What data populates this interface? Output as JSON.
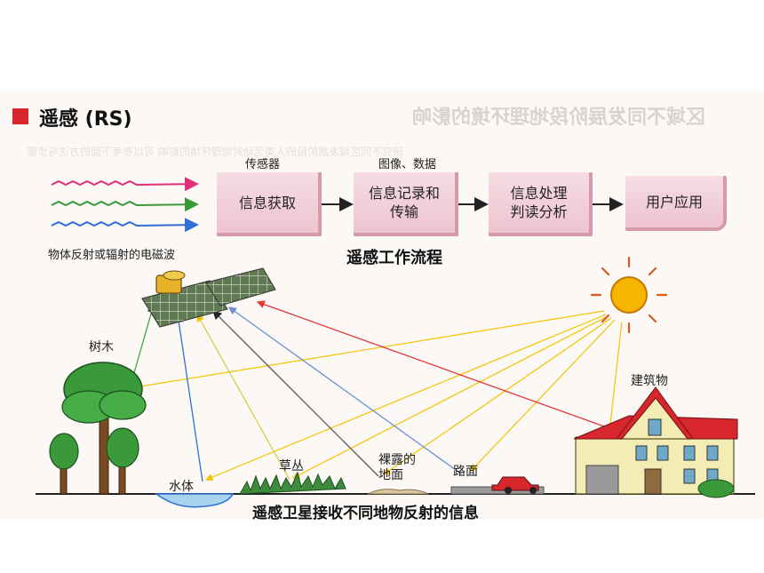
{
  "header": {
    "title": "遥感 (RS)"
  },
  "ghost": {
    "title": "区域不同发展阶段地理环境的影响",
    "line": "研究不同区域发展阶段的人类活动对地理环境的影响 可以参考下面的方法与步骤"
  },
  "flow": {
    "wave_label": "物体反射或辐射的电磁波",
    "steps": [
      {
        "label": "信息获取",
        "caption": "传感器"
      },
      {
        "label": "信息记录和\n传输",
        "caption": "图像、数据"
      },
      {
        "label": "信息处理\n判读分析",
        "caption": ""
      },
      {
        "label": "用户应用",
        "caption": ""
      }
    ],
    "title": "遥感工作流程"
  },
  "scene": {
    "labels": {
      "trees": "树木",
      "water": "水体",
      "grass": "草丛",
      "bare_ground": "裸露的\n地面",
      "road": "路面",
      "building": "建筑物"
    },
    "caption": "遥感卫星接收不同地物反射的信息"
  },
  "colors": {
    "accent": "#d8262d",
    "box_fill": "#edc3cf",
    "wave_1": "#e0307a",
    "wave_2": "#3a9a3a",
    "wave_3": "#2f6fd6",
    "sun": "#f7b500",
    "roof": "#d8262d"
  }
}
